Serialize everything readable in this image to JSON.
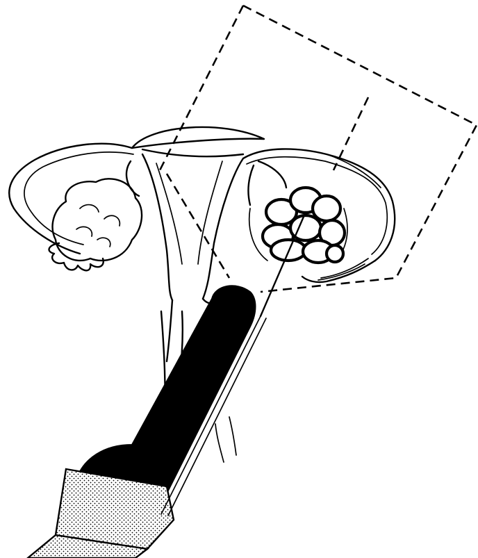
{
  "figure": {
    "structures": [
      "uterus",
      "left-ovary",
      "right-ovary-follicles",
      "fallopian-tubes",
      "cervix-vagina",
      "transvaginal-probe",
      "needle-guide",
      "scan-field"
    ]
  }
}
